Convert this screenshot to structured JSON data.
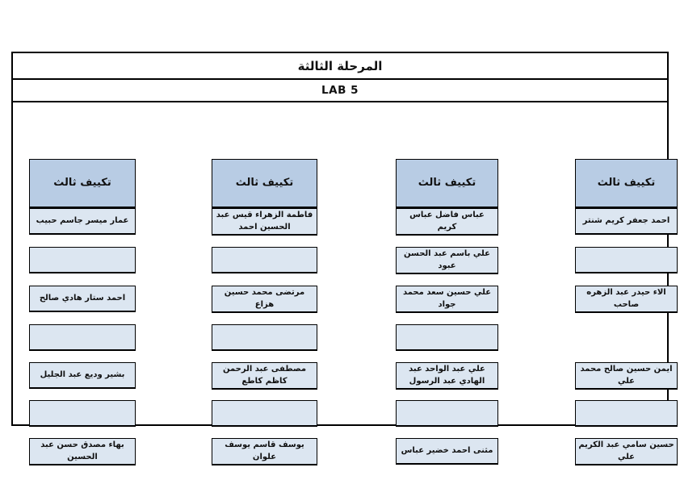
{
  "header": {
    "stage_title": "المرحلة الثالثة",
    "lab_title": "LAB 5"
  },
  "colors": {
    "header_fill": "#b8cce4",
    "cell_fill": "#dce6f1",
    "border": "#000000"
  },
  "columns": [
    {
      "header": "تكييف ثالث",
      "cells": [
        {
          "type": "name",
          "text": "عمار ميسر جاسم حبيب"
        },
        {
          "type": "empty",
          "text": ""
        },
        {
          "type": "name",
          "text": "احمد ستار هادي صالح"
        },
        {
          "type": "empty",
          "text": ""
        },
        {
          "type": "name",
          "text": "بشير وديع عبد الجليل"
        },
        {
          "type": "empty",
          "text": ""
        },
        {
          "type": "name",
          "text": "بهاء مصدق حسن عبد الحسين"
        }
      ]
    },
    {
      "header": "تكييف ثالث",
      "cells": [
        {
          "type": "name",
          "text": "فاطمة الزهراء قيس عبد الحسين احمد"
        },
        {
          "type": "empty",
          "text": ""
        },
        {
          "type": "name",
          "text": "مرتضى محمد حسين هزاع"
        },
        {
          "type": "empty",
          "text": ""
        },
        {
          "type": "name",
          "text": "مصطفى عبد الرحمن كاظم كاطع"
        },
        {
          "type": "empty",
          "text": ""
        },
        {
          "type": "name",
          "text": "يوسف قاسم يوسف علوان"
        }
      ]
    },
    {
      "header": "تكييف ثالث",
      "cells": [
        {
          "type": "name",
          "text": "عباس فاضل عباس كريم"
        },
        {
          "type": "name",
          "text": "علي باسم عبد الحسن عبود"
        },
        {
          "type": "name",
          "text": "علي حسين سعد محمد جواد"
        },
        {
          "type": "empty",
          "text": ""
        },
        {
          "type": "name",
          "text": "علي عبد الواحد عبد الهادي عبد الرسول"
        },
        {
          "type": "empty",
          "text": ""
        },
        {
          "type": "name",
          "text": "مثنى احمد خضير عباس"
        }
      ]
    },
    {
      "header": "تكييف ثالث",
      "cells": [
        {
          "type": "name",
          "text": "احمد جعفر كريم شنتر"
        },
        {
          "type": "empty",
          "text": ""
        },
        {
          "type": "name",
          "text": "الاء حيدر عبد الزهره صاحب"
        },
        {
          "type": "none",
          "text": ""
        },
        {
          "type": "name",
          "text": "ايمن حسين صالح محمد علي"
        },
        {
          "type": "empty",
          "text": ""
        },
        {
          "type": "name",
          "text": "حسين سامي عبد الكريم علي"
        }
      ]
    }
  ]
}
